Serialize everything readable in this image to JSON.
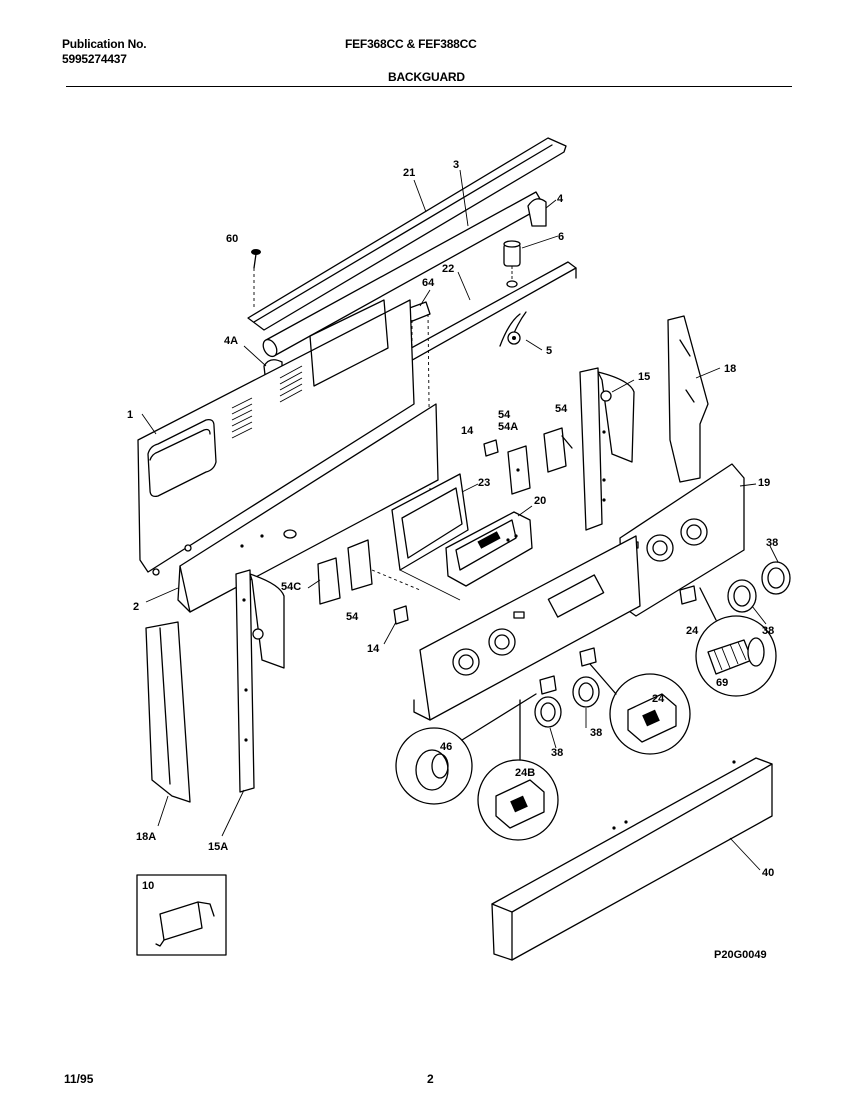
{
  "header": {
    "publication_label": "Publication No.",
    "publication_number": "5995274437",
    "models": "FEF368CC & FEF388CC",
    "section": "BACKGUARD"
  },
  "diagram_code": "P20G0049",
  "callouts": {
    "c21": "21",
    "c3": "3",
    "c4": "4",
    "c60": "60",
    "c6": "6",
    "c22": "22",
    "c64": "64",
    "c4a": "4A",
    "c5": "5",
    "c15": "15",
    "c18": "18",
    "c1": "1",
    "c54": "54",
    "c54a": "54A",
    "c54b": "54",
    "c14": "14",
    "c19": "19",
    "c23": "23",
    "c20": "20",
    "c38": "38",
    "c54c": "54C",
    "c2": "2",
    "c54d": "54",
    "c24": "24",
    "c38b": "38",
    "c14b": "14",
    "c69": "69",
    "c24c": "24",
    "c46": "46",
    "c38c": "38",
    "c38d": "38",
    "c24b": "24B",
    "c18a": "18A",
    "c15a": "15A",
    "c40": "40",
    "c10": "10"
  },
  "footer": {
    "date": "11/95",
    "page": "2"
  }
}
